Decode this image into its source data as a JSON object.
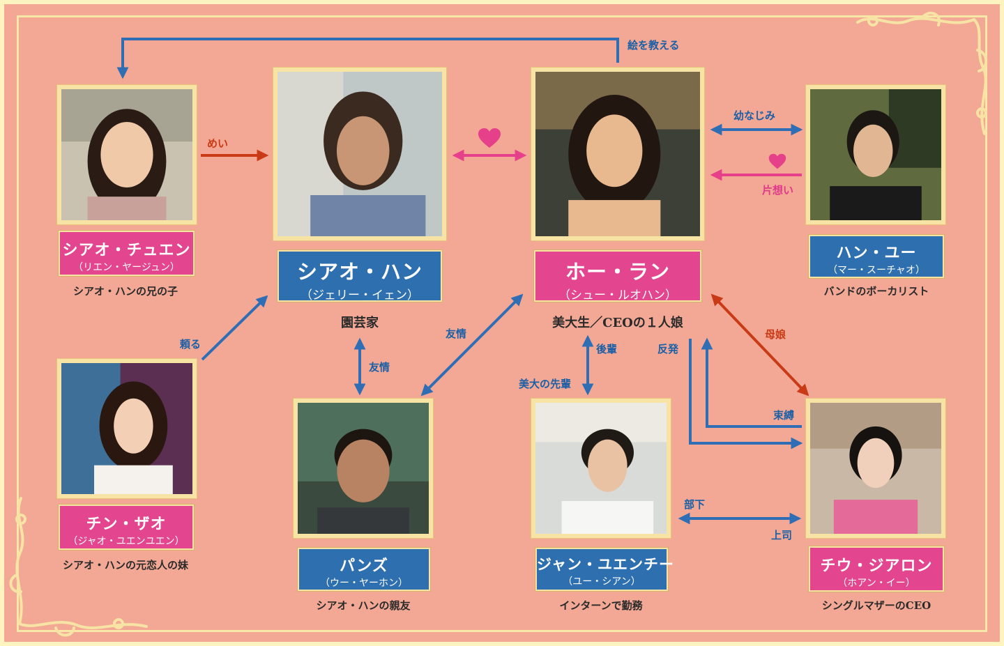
{
  "colors": {
    "background": "#f2a894",
    "border": "#fff3c0",
    "pink_plate": "#e4458f",
    "blue_plate": "#2e6fb0",
    "blue_arrow": "#2f6db5",
    "red_arrow": "#c93a16",
    "pink_arrow": "#e6408a"
  },
  "characters": {
    "xiao_chuen": {
      "name": "シアオ・チュエン",
      "alias": "（リエン・ヤージュン）",
      "desc": "シアオ・ハンの兄の子"
    },
    "xiao_han": {
      "name": "シアオ・ハン",
      "alias": "（ジェリー・イェン）",
      "desc": "園芸家"
    },
    "he_lan": {
      "name": "ホー・ラン",
      "alias": "（シュー・ルオハン）",
      "desc": "美大生／CEOの１人娘"
    },
    "han_yu": {
      "name": "ハン・ユー",
      "alias": "（マー・スーチャオ）",
      "desc": "バンドのボーカリスト"
    },
    "chin_zao": {
      "name": "チン・ザオ",
      "alias": "（ジャオ・ユエンユエン）",
      "desc": "シアオ・ハンの元恋人の妹"
    },
    "panzu": {
      "name": "パンズ",
      "alias": "（ウー・ヤーホン）",
      "desc": "シアオ・ハンの親友"
    },
    "jan": {
      "name": "ジャン・ユエンチー",
      "alias": "（ユー・シアン）",
      "desc": "インターンで勤務"
    },
    "chiu": {
      "name": "チウ・ジアロン",
      "alias": "（ホアン・イー）",
      "desc": "シングルマザーのCEO"
    }
  },
  "relations": {
    "teach_painting": "絵を教える",
    "niece": "めい",
    "childhood_friend": "幼なじみ",
    "unrequited": "片想い",
    "relies": "頼る",
    "friendship_left": "友情",
    "friendship_right": "友情",
    "junior": "後輩",
    "rebellion": "反発",
    "senior_art": "美大の先輩",
    "mother_daughter": "母娘",
    "restraint": "束縛",
    "subordinate": "部下",
    "boss": "上司"
  },
  "icons": [
    "heart-icon",
    "flourish-ornament"
  ]
}
